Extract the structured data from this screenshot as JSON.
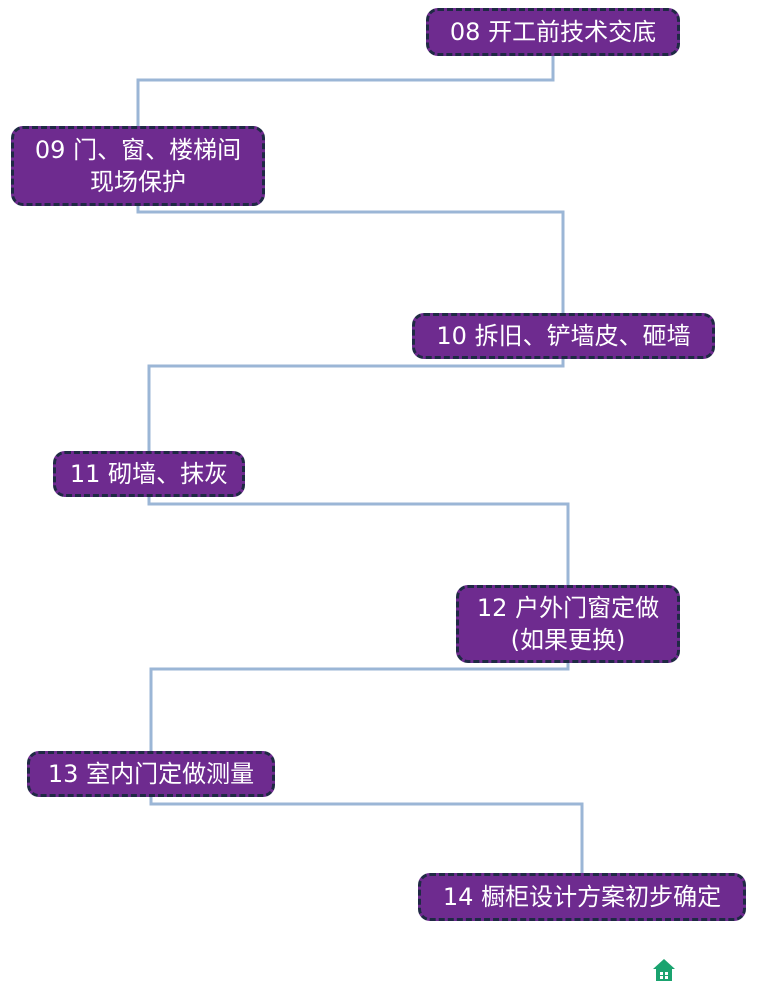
{
  "steps": [
    {
      "id": "08",
      "lines": [
        "08 开工前技术交底"
      ]
    },
    {
      "id": "09",
      "lines": [
        "09 门、窗、楼梯间",
        "现场保护"
      ]
    },
    {
      "id": "10",
      "lines": [
        "10 拆旧、铲墙皮、砸墙"
      ]
    },
    {
      "id": "11",
      "lines": [
        "11 砌墙、抹灰"
      ]
    },
    {
      "id": "12",
      "lines": [
        "12 户外门窗定做",
        "(如果更换)"
      ]
    },
    {
      "id": "13",
      "lines": [
        "13 室内门定做测量"
      ]
    },
    {
      "id": "14",
      "lines": [
        "14 橱柜设计方案初步确定"
      ]
    }
  ],
  "colors": {
    "box_fill": "#6e2b8f",
    "box_border": "#1f2a44",
    "connector": "#9bb6d6",
    "home_icon": "#1aa36f"
  },
  "icons": {
    "home": "home-icon"
  }
}
